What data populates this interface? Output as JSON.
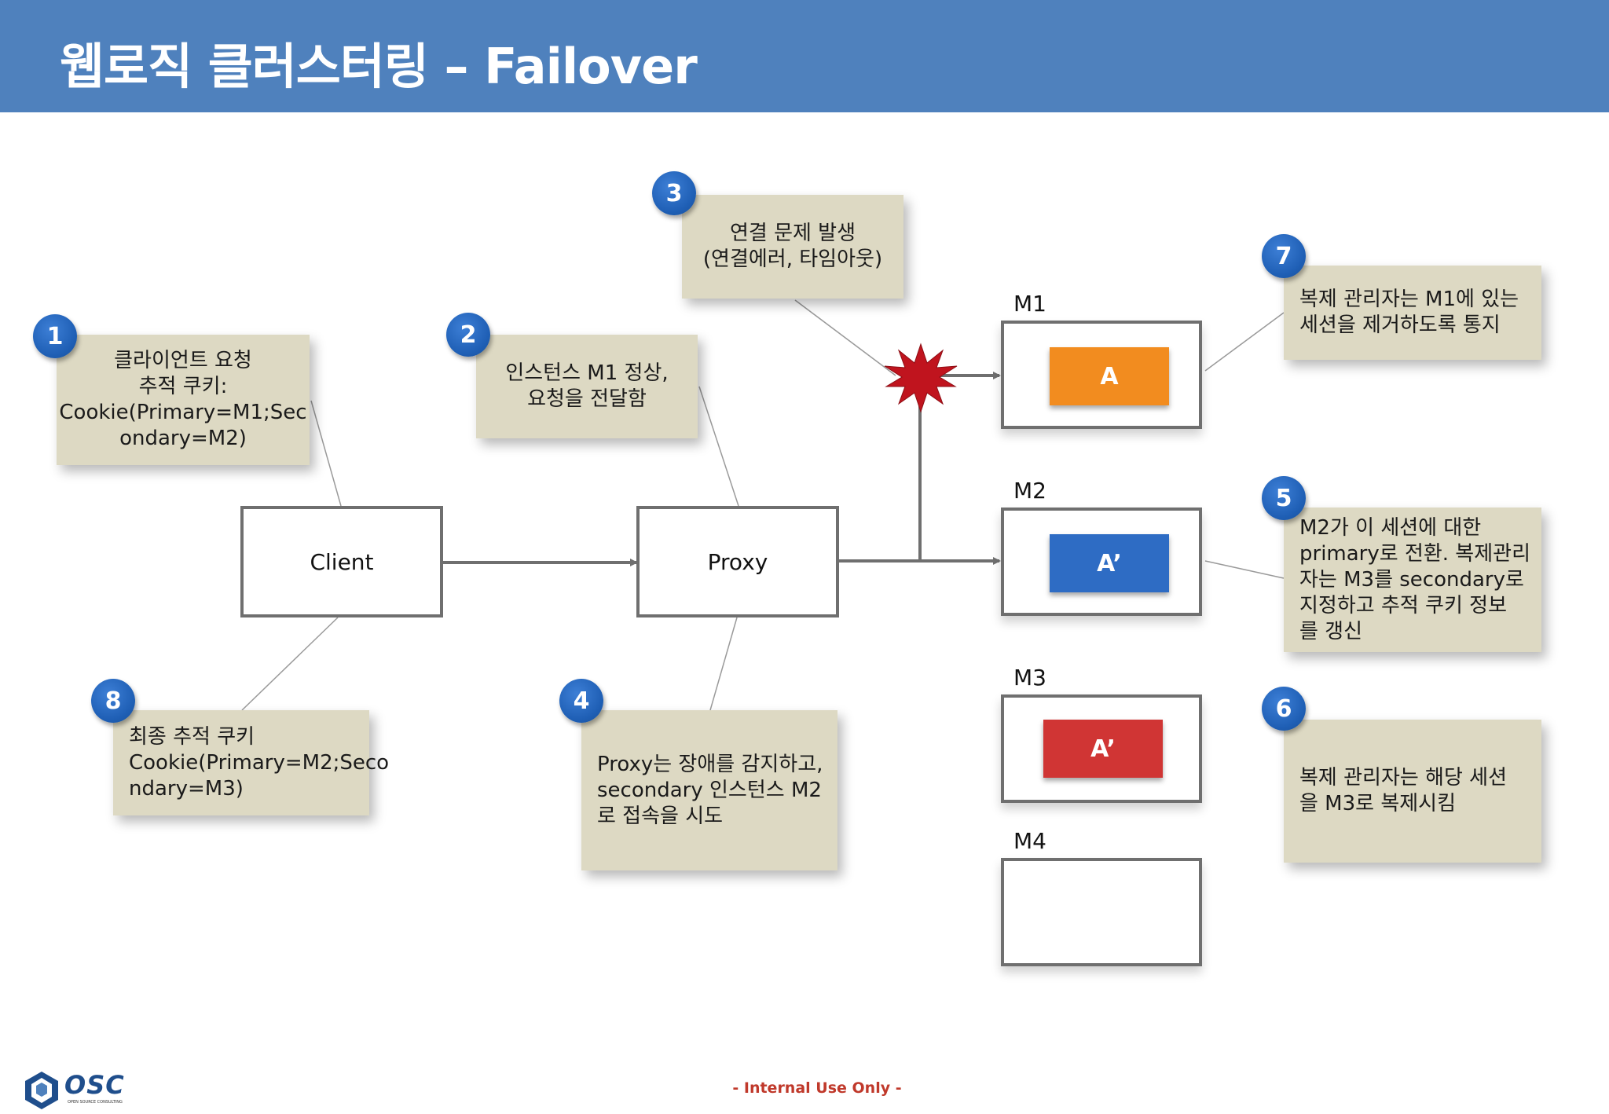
{
  "title": "웹로직 클러스터링 – Failover",
  "nodes": {
    "client": "Client",
    "proxy": "Proxy"
  },
  "servers": [
    {
      "label": "M1",
      "session": "A",
      "session_color": "#f28c1f"
    },
    {
      "label": "M2",
      "session": "A’",
      "session_color": "#2e6cc4"
    },
    {
      "label": "M3",
      "session": "A’",
      "session_color": "#d03534"
    },
    {
      "label": "M4",
      "session": ""
    }
  ],
  "notes": [
    {
      "num": "1",
      "text": "클라이언트 요청\n추적 쿠키:\nCookie(Primary=M1;Sec\nondary=M2)"
    },
    {
      "num": "2",
      "text": "인스턴스 M1 정상,\n요청을 전달함"
    },
    {
      "num": "3",
      "text": "연결 문제 발생\n(연결에러, 타임아웃)"
    },
    {
      "num": "4",
      "text": "Proxy는 장애를 감지하고,\nsecondary 인스턴스 M2\n로 접속을 시도"
    },
    {
      "num": "5",
      "text": "M2가 이 세션에 대한\nprimary로 전환. 복제관리\n자는 M3를 secondary로\n지정하고 추적 쿠키 정보\n를 갱신"
    },
    {
      "num": "6",
      "text": "복제 관리자는 해당 세션\n을 M3로 복제시킴"
    },
    {
      "num": "7",
      "text": "복제 관리자는 M1에 있는\n세션을 제거하도록 통지"
    },
    {
      "num": "8",
      "text": "최종 추적 쿠키\nCookie(Primary=M2;Seco\nndary=M3)"
    }
  ],
  "footer": "- Internal Use Only -",
  "logo": {
    "name": "OSC",
    "subtitle": "OPEN SOURCE CONSULTING"
  },
  "colors": {
    "header": "#4f81bd",
    "note": "#ddd9c3",
    "badge": "#1f5fb5",
    "error_burst": "#c0141e"
  }
}
